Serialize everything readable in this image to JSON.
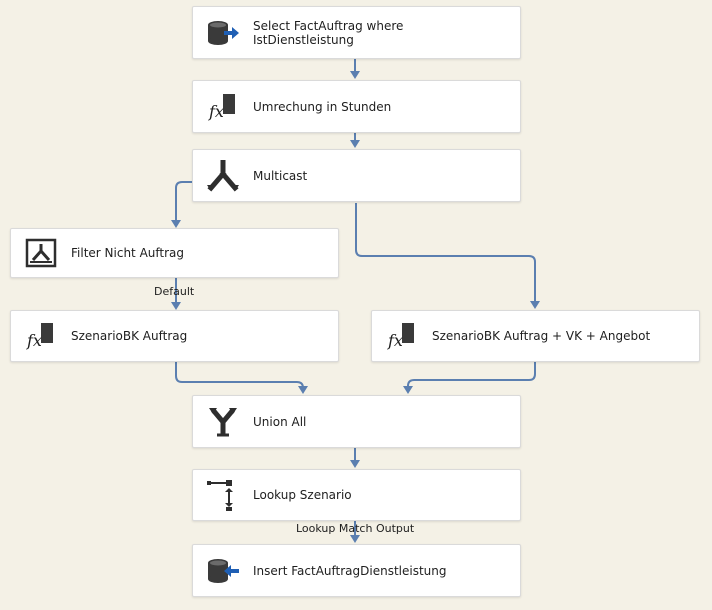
{
  "nodes": {
    "select": {
      "label": "Select FactAuftrag where\nIstDienstleistung",
      "icon": "ole-db-source-icon"
    },
    "umrechnung": {
      "label": "Umrechung in Stunden",
      "icon": "derived-column-icon"
    },
    "multicast": {
      "label": "Multicast",
      "icon": "multicast-icon"
    },
    "filter": {
      "label": "Filter Nicht Auftrag",
      "icon": "conditional-split-icon"
    },
    "szenario_a": {
      "label": "SzenarioBK Auftrag",
      "icon": "derived-column-icon"
    },
    "szenario_b": {
      "label": "SzenarioBK Auftrag + VK + Angebot",
      "icon": "derived-column-icon"
    },
    "union": {
      "label": "Union All",
      "icon": "union-all-icon"
    },
    "lookup": {
      "label": "Lookup Szenario",
      "icon": "lookup-icon"
    },
    "insert": {
      "label": "Insert FactAuftragDienstleistung",
      "icon": "ole-db-destination-icon"
    }
  },
  "path_labels": {
    "default": "Default",
    "lookup_match": "Lookup Match Output"
  },
  "colors": {
    "canvas_bg": "#f4f1e6",
    "wire": "#5b7fb0",
    "node_bg": "#ffffff"
  }
}
